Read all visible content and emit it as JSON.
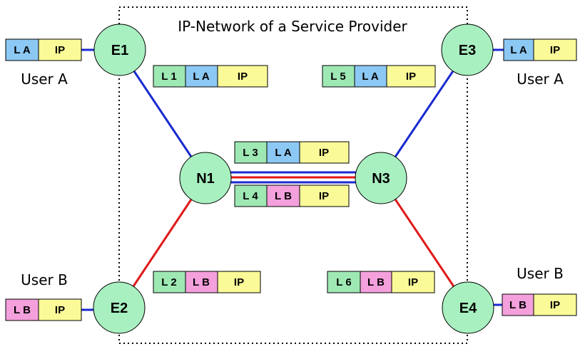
{
  "title": "IP-Network of a Service Provider",
  "colors": {
    "node_fill": "#a8f0c0",
    "link_a": "#1a2ad0",
    "link_b": "#e01818",
    "lbl_green": "#9ee8b4",
    "lbl_blue": "#8cc8f4",
    "lbl_pink": "#f4a0dc",
    "lbl_yellow": "#fafa98"
  },
  "nodes": {
    "e1": "E1",
    "e2": "E2",
    "e3": "E3",
    "e4": "E4",
    "n1": "N1",
    "n3": "N3"
  },
  "users": {
    "a_left": "User A",
    "a_right": "User A",
    "b_left": "User B",
    "b_right": "User B"
  },
  "packets": {
    "user_a_left": [
      "L A",
      "IP"
    ],
    "user_a_right": [
      "L A",
      "IP"
    ],
    "user_b_left": [
      "L B",
      "IP"
    ],
    "user_b_right": [
      "L B",
      "IP"
    ],
    "e1_n1": [
      "L 1",
      "L A",
      "IP"
    ],
    "n3_e3": [
      "L 5",
      "L A",
      "IP"
    ],
    "n1_n3_a": [
      "L 3",
      "L A",
      "IP"
    ],
    "n1_n3_b": [
      "L 4",
      "L B",
      "IP"
    ],
    "e2_n1": [
      "L 2",
      "L B",
      "IP"
    ],
    "n3_e4": [
      "L 6",
      "L B",
      "IP"
    ]
  }
}
